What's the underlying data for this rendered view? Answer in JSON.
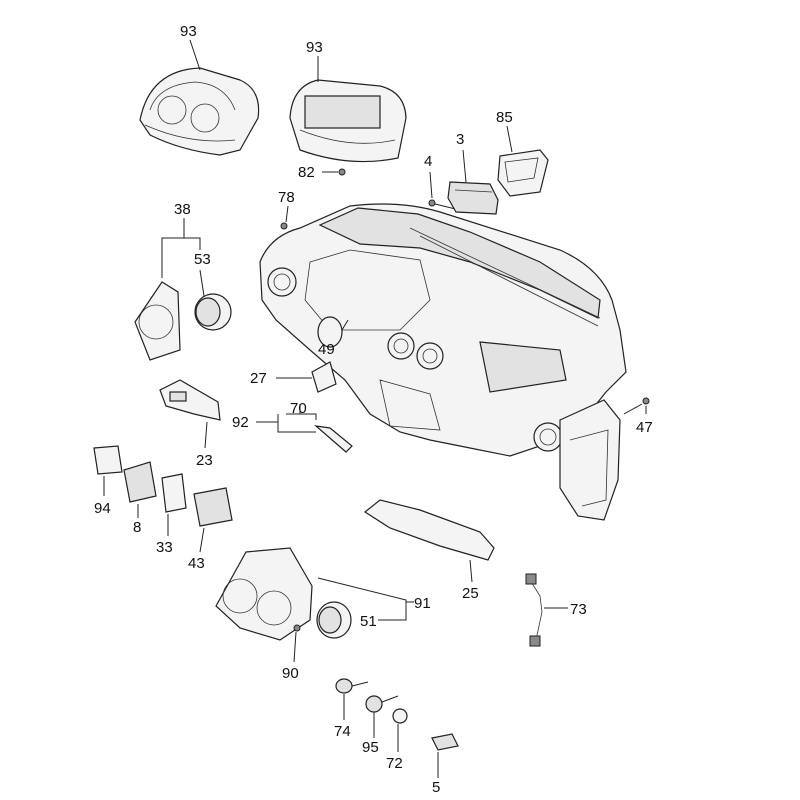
{
  "labels": {
    "p93a": "93",
    "p93b": "93",
    "p82": "82",
    "p4": "4",
    "p3": "3",
    "p85": "85",
    "p78": "78",
    "p38": "38",
    "p53": "53",
    "p49": "49",
    "p27": "27",
    "p92": "92",
    "p70": "70",
    "p23": "23",
    "p47": "47",
    "p94": "94",
    "p8": "8",
    "p33": "33",
    "p43": "43",
    "p25": "25",
    "p91": "91",
    "p51": "51",
    "p73": "73",
    "p90": "90",
    "p74": "74",
    "p95": "95",
    "p72": "72",
    "p5": "5"
  }
}
